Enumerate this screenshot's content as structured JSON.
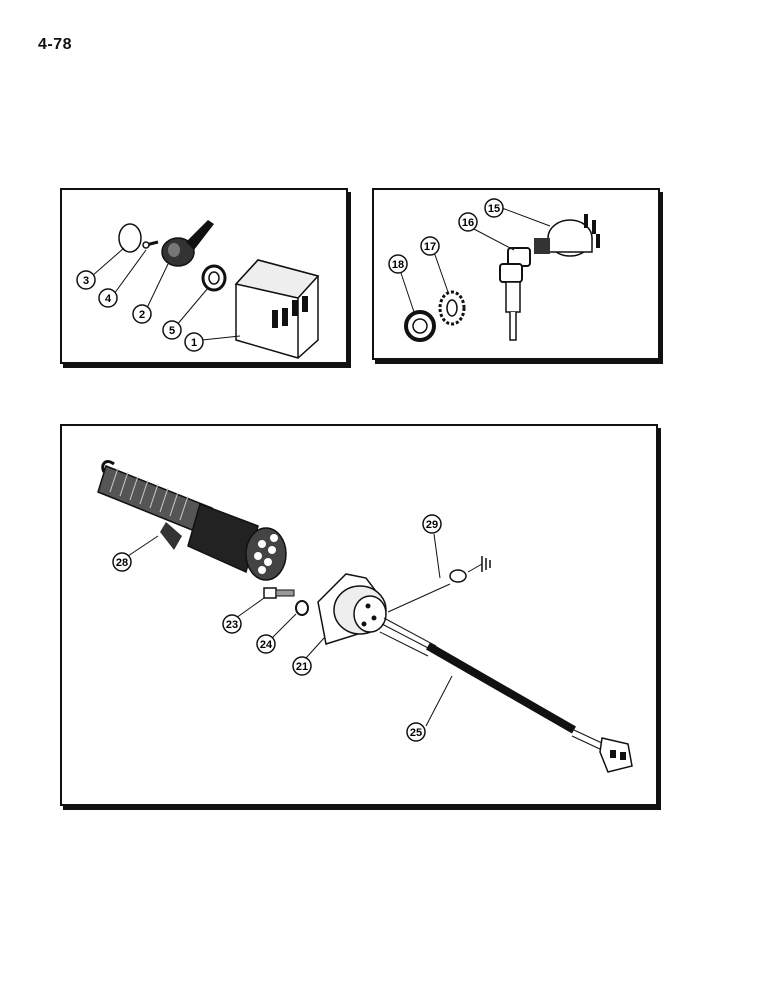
{
  "page": {
    "number": "4-78"
  },
  "panels": {
    "switch_panel": {
      "callouts": [
        "3",
        "4",
        "2",
        "5",
        "1"
      ]
    },
    "ignition_panel": {
      "callouts": [
        "15",
        "16",
        "17",
        "18"
      ]
    },
    "connector_panel": {
      "callouts": [
        "29",
        "28",
        "23",
        "24",
        "21",
        "25"
      ]
    }
  }
}
